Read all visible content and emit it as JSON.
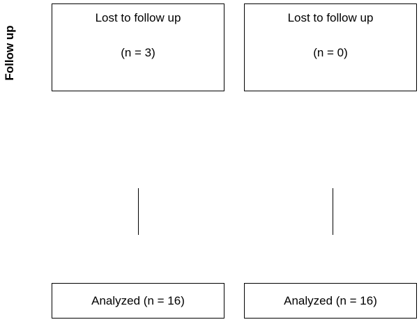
{
  "stage_label": "Follow up",
  "boxes": {
    "lost_left": {
      "line1": "Lost to follow up",
      "line2": "(n = 3)"
    },
    "lost_right": {
      "line1": "Lost to follow up",
      "line2": "(n = 0)"
    },
    "analyzed_left": {
      "text": "Analyzed (n = 16)"
    },
    "analyzed_right": {
      "text": "Analyzed (n = 16)"
    }
  }
}
